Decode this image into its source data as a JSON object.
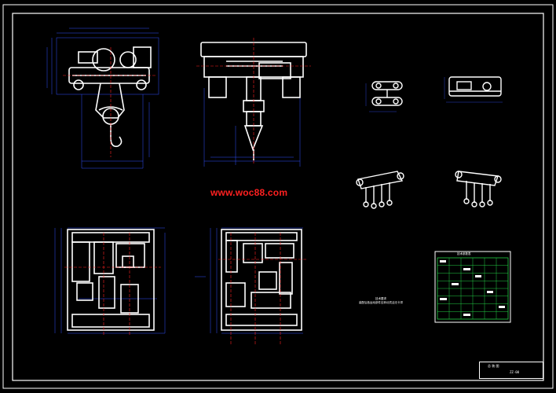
{
  "watermark": {
    "text": "www.woc88.com"
  },
  "colors": {
    "background": "#000000",
    "drawing_lines": "#ffffff",
    "dimension_lines": "#3050ff",
    "center_lines": "#ff2020",
    "table_lines": "#22cc44",
    "watermark": "#ff2020"
  },
  "title_block": {
    "name": "总 装 图",
    "code": "ZZ-00"
  },
  "notes": {
    "line1": "技术要求",
    "line2": "装配后各运动部件应转动灵活无卡滞"
  },
  "parts_table": {
    "title": "技术参数表",
    "rows": 8,
    "cols": 6
  }
}
